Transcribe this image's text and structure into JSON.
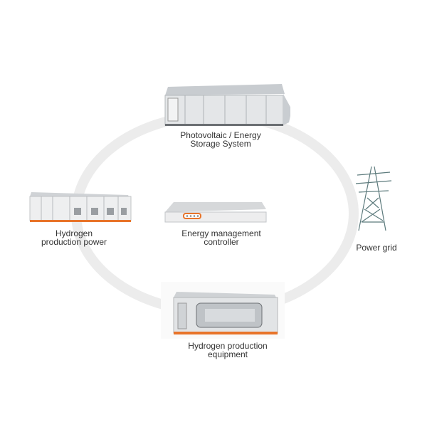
{
  "nodes": {
    "pv_storage": {
      "line1": "Photovoltaic / Energy",
      "line2": "Storage System"
    },
    "h2_power": {
      "line1": "Hydrogen",
      "line2": "production power"
    },
    "ems": {
      "line1": "Energy management",
      "line2": "controller"
    },
    "grid": {
      "line1": "Power grid"
    },
    "h2_equipment": {
      "line1": "Hydrogen production",
      "line2": "equipment"
    }
  },
  "colors": {
    "ring": "#ececec",
    "accent": "#e8742a",
    "metal": "#d9dcdf"
  }
}
